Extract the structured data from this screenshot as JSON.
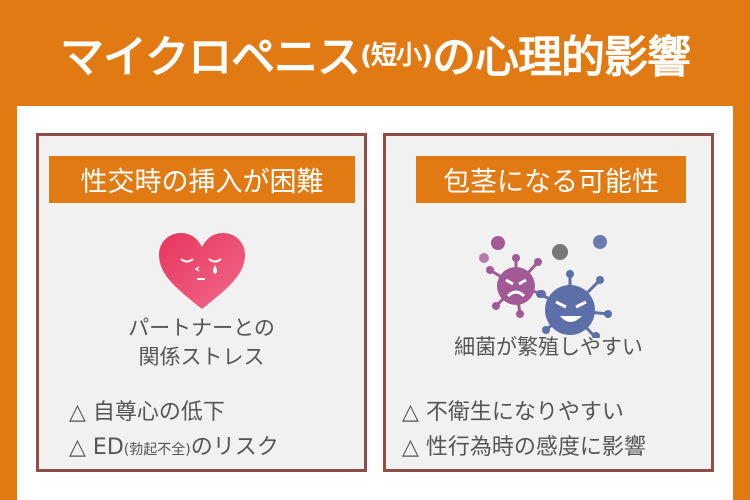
{
  "header": {
    "title_main": "マイクロペニス",
    "title_paren": "(短小)",
    "title_rest": "の心理的影響"
  },
  "cards": [
    {
      "badge": "性交時の挿入が困難",
      "icon": "crying-heart-icon",
      "caption_line1": "パートナーとの",
      "caption_line2": "関係ストレス",
      "bullets": [
        {
          "marker": "△",
          "text": "自尊心の低下"
        },
        {
          "marker": "△",
          "text_pre": "ED",
          "text_small": "(勃起不全)",
          "text_post": "のリスク"
        }
      ]
    },
    {
      "badge": "包茎になる可能性",
      "icon": "bacteria-icon",
      "caption_line1": "細菌が繁殖しやすい",
      "bullets": [
        {
          "marker": "△",
          "text": "不衛生になりやすい"
        },
        {
          "marker": "△",
          "text": "性行為時の感度に影響"
        }
      ]
    }
  ],
  "colors": {
    "accent": "#e27a13",
    "card_border": "#8e4e44",
    "card_bg": "#f1f1f1",
    "text": "#555555"
  }
}
